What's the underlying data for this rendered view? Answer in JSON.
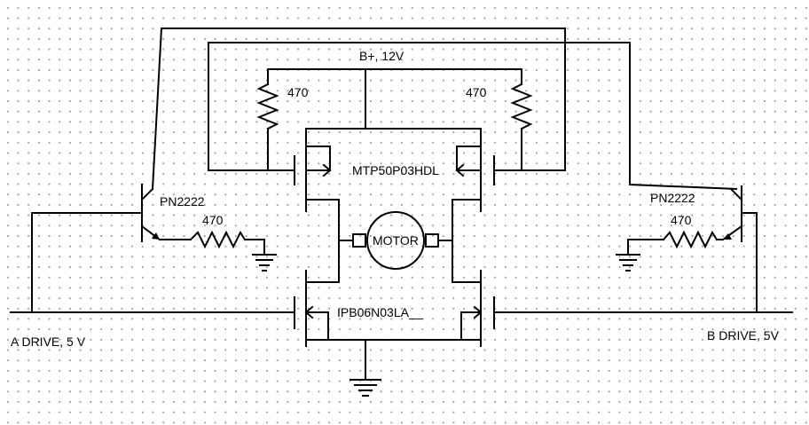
{
  "supply": {
    "label": "B+, 12V"
  },
  "resistors": {
    "pullup_left": "470",
    "pullup_right": "470",
    "base_left": "470",
    "base_right": "470"
  },
  "transistors": {
    "npn_left": "PN2222",
    "npn_right": "PN2222",
    "pmos": "MTP50P03HDL",
    "nmos": "IPB06N03LA__"
  },
  "motor": {
    "label": "MOTOR"
  },
  "inputs": {
    "a_drive": "A DRIVE, 5 V",
    "b_drive": "B DRIVE, 5V"
  }
}
